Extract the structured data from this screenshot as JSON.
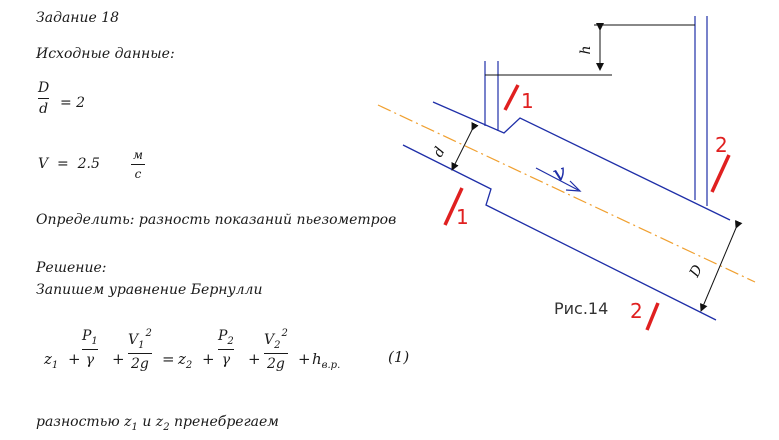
{
  "task_title": "Задание 18",
  "given_heading": "Исходные данные:",
  "ratio": {
    "numerator": "D",
    "denominator": "d",
    "rhs": "= 2"
  },
  "velocity": {
    "lhs": "V  =  2.5",
    "unit_num": "м",
    "unit_den": "с"
  },
  "determine_text": "Определить: разность показаний пьезометров",
  "solution_heading": "Решение:",
  "bernoulli_intro": "Запишем уравнение Бернулли",
  "equation": {
    "z1": "z",
    "z1_sub": "1",
    "plus": "+",
    "p1": "P",
    "p1_sub": "1",
    "gamma": "γ",
    "v1": "V",
    "v1_sub": "1",
    "v1_sup": "2",
    "twog": "2g",
    "eq": "=",
    "z2": "z",
    "z2_sub": "2",
    "p2": "P",
    "p2_sub": "2",
    "v2": "V",
    "v2_sub": "2",
    "v2_sup": "2",
    "h": "h",
    "h_sub": "в.р.",
    "number": "(1)"
  },
  "neglect": {
    "pre": "разностью ",
    "z1": "z",
    "z1_sub": "1",
    "mid": " и ",
    "z2": "z",
    "z2_sub": "2",
    "post": " пренебрегаем"
  },
  "figure": {
    "label_h": "h",
    "label_d": "d",
    "label_D": "D",
    "label_v": "v",
    "section_1a": "1",
    "section_1b": "1",
    "section_2a": "2",
    "section_2b": "2",
    "caption": "Рис.14",
    "colors": {
      "pipe": "#1f2fa8",
      "axis": "#f0a030",
      "marker": "#e02020",
      "dim": "#111111"
    }
  }
}
